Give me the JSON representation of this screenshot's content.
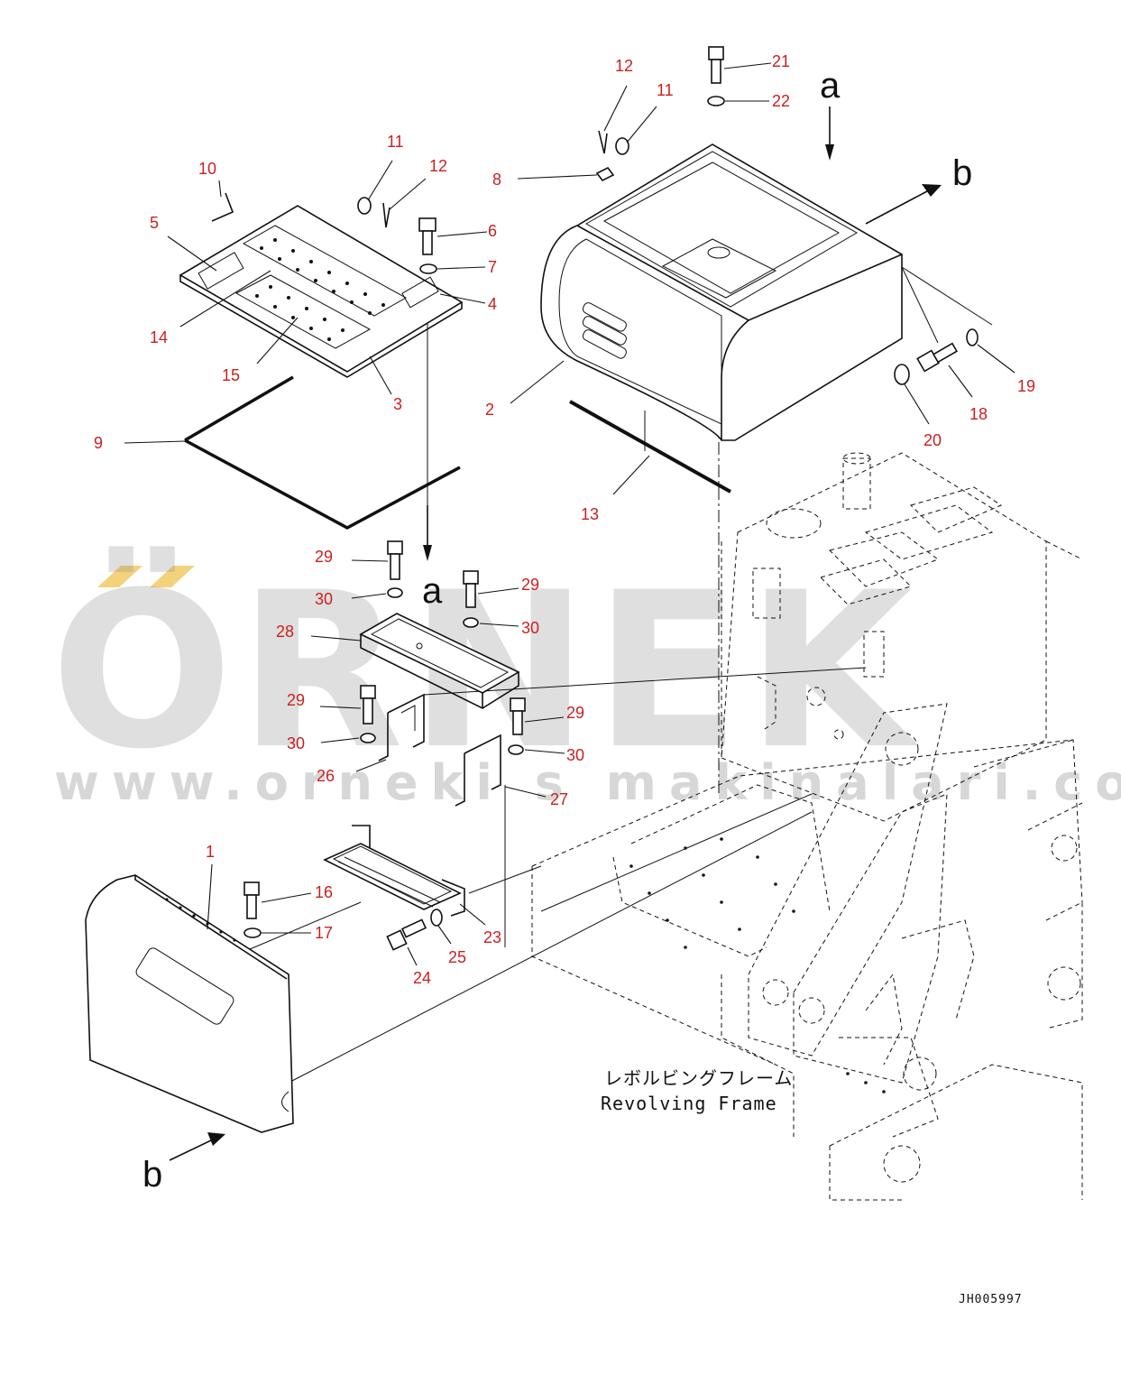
{
  "callouts": [
    {
      "id": "c1",
      "text": "1"
    },
    {
      "id": "c2",
      "text": "2"
    },
    {
      "id": "c3",
      "text": "3"
    },
    {
      "id": "c4",
      "text": "4"
    },
    {
      "id": "c5",
      "text": "5"
    },
    {
      "id": "c6",
      "text": "6"
    },
    {
      "id": "c7",
      "text": "7"
    },
    {
      "id": "c8",
      "text": "8"
    },
    {
      "id": "c9",
      "text": "9"
    },
    {
      "id": "c10",
      "text": "10"
    },
    {
      "id": "c11a",
      "text": "11"
    },
    {
      "id": "c11b",
      "text": "11"
    },
    {
      "id": "c12a",
      "text": "12"
    },
    {
      "id": "c12b",
      "text": "12"
    },
    {
      "id": "c13",
      "text": "13"
    },
    {
      "id": "c14",
      "text": "14"
    },
    {
      "id": "c15",
      "text": "15"
    },
    {
      "id": "c16",
      "text": "16"
    },
    {
      "id": "c17",
      "text": "17"
    },
    {
      "id": "c18",
      "text": "18"
    },
    {
      "id": "c19",
      "text": "19"
    },
    {
      "id": "c20",
      "text": "20"
    },
    {
      "id": "c21",
      "text": "21"
    },
    {
      "id": "c22",
      "text": "22"
    },
    {
      "id": "c23",
      "text": "23"
    },
    {
      "id": "c24",
      "text": "24"
    },
    {
      "id": "c25",
      "text": "25"
    },
    {
      "id": "c26",
      "text": "26"
    },
    {
      "id": "c27",
      "text": "27"
    },
    {
      "id": "c28",
      "text": "28"
    },
    {
      "id": "c29a",
      "text": "29"
    },
    {
      "id": "c29b",
      "text": "29"
    },
    {
      "id": "c29c",
      "text": "29"
    },
    {
      "id": "c29d",
      "text": "29"
    },
    {
      "id": "c30a",
      "text": "30"
    },
    {
      "id": "c30b",
      "text": "30"
    },
    {
      "id": "c30c",
      "text": "30"
    },
    {
      "id": "c30d",
      "text": "30"
    }
  ],
  "view_markers": {
    "a_top": "a",
    "a_mid": "a",
    "b_right": "b",
    "b_bottom": "b"
  },
  "frame_label": {
    "japanese": "レボルビングフレーム",
    "english": "Revolving Frame"
  },
  "drawing_id": "JH005997",
  "watermark": {
    "brand": "ÖRNEK",
    "url": "www.orneki s makinalari.com.tr"
  },
  "colors": {
    "callout": "#cc1f1f",
    "line": "#111111",
    "watermark": "#8c8c8c",
    "watermark_accent": "#f2d27a"
  }
}
